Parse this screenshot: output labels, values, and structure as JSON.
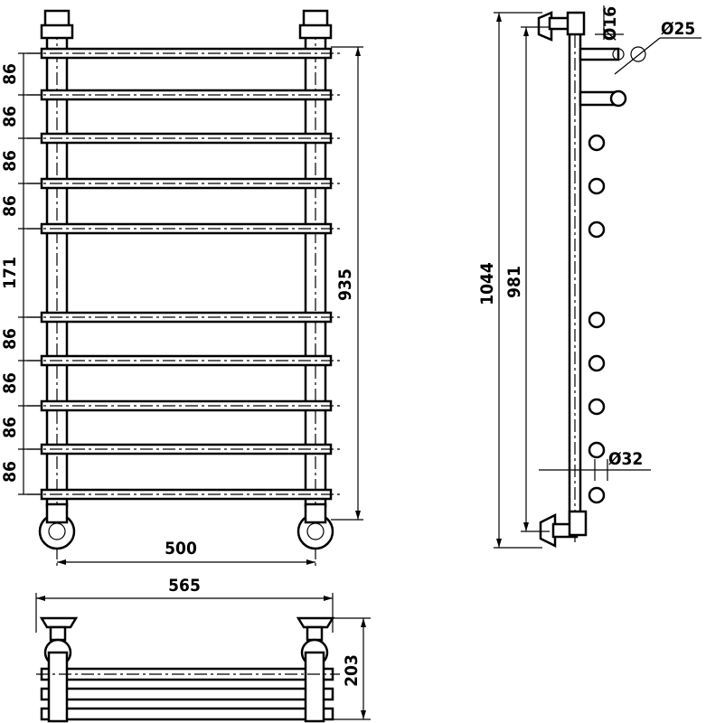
{
  "front_view": {
    "spacing_labels": [
      "86",
      "86",
      "86",
      "86",
      "171",
      "86",
      "86",
      "86",
      "86"
    ],
    "overall_height": "935",
    "axis_width": "500"
  },
  "top_view": {
    "overall_width": "565",
    "depth": "203"
  },
  "side_view": {
    "overall_height": "1044",
    "axis_height": "981",
    "pipe_diameter_small": "Ø16",
    "pipe_diameter_medium": "Ø25",
    "pipe_diameter_large": "Ø32"
  }
}
